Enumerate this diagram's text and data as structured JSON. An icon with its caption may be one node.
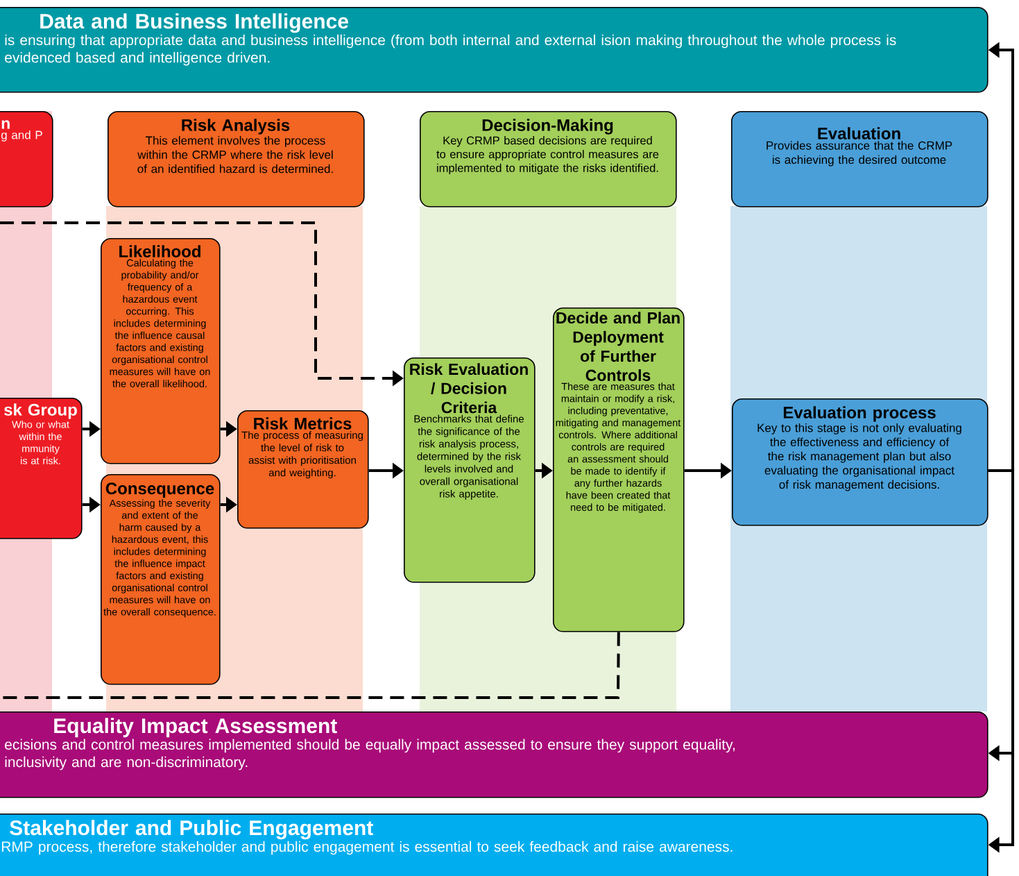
{
  "diagram": {
    "nodes": [
      {
        "text": [
          "Data and Business Intelligence",
          "is ensuring that appropriate data and business intelligence (from both internal and external ision making throughout the whole process is evidenced based and intelligence driven."
        ]
      },
      {
        "text": [
          "n",
          "g and P"
        ]
      },
      {
        "text": [
          "Risk Analysis",
          "This element involves the process within the CRMP where the risk level of an identified hazard is determined."
        ]
      },
      {
        "text": [
          "Decision-Making",
          "Key CRMP based decisions are required to ensure appropriate control measures are implemented to mitigate the risks identified."
        ]
      },
      {
        "text": [
          "Evaluation",
          "Provides assurance that the CRMP is achieving the desired outcome"
        ]
      },
      {
        "text": [
          "Likelihood",
          "Calculating the probability and/or frequency of a hazardous event occurring. This includes determining the influence causal factors and existing organisational control measures will have on the overall likelihood."
        ]
      },
      {
        "text": [
          "sk Group",
          "Who or what within the mmunity is at risk."
        ]
      },
      {
        "text": [
          "Risk Metrics",
          "The process of measuring the level of risk to assist with prioritisation and weighting."
        ]
      },
      {
        "text": [
          "Consequence",
          "Assessing the severity and extent of the harm caused by a hazardous event, this includes determining the influence impact factors and existing organisational control measures will have on the overall consequence."
        ]
      },
      {
        "text": [
          "Risk Evaluation / Decision Criteria",
          "Benchmarks that define the significance of the risk analysis process, determined by the risk levels involved and overall organisational risk appetite."
        ]
      },
      {
        "text": [
          "Decide and Plan Deployment of Further Controls",
          "These are measures that maintain or modify a risk, including preventative, mitigating and management controls. Where additional controls are required an assessment should be made to identify if any further hazards have been created that need to be mitigated."
        ]
      },
      {
        "text": [
          "Evaluation process",
          "Key to this stage is not only evaluating the effectiveness and efficiency of the risk management plan but also evaluating the organisational impact of risk management decisions."
        ]
      },
      {
        "text": [
          "Equality Impact Assessment",
          "ecisions and control measures implemented should be equally impact assessed to ensure they support equality, inclusivity and are non-discriminatory."
        ]
      },
      {
        "text": [
          "Stakeholder and Public Engagement",
          "RMP process, therefore stakeholder and public engagement is essential to seek feedback and raise awareness."
        ]
      }
    ],
    "edges": [
      {
        "from": 6,
        "to": 5,
        "arrow": "to"
      },
      {
        "from": 6,
        "to": 8,
        "arrow": "to"
      },
      {
        "from": 5,
        "to": 7,
        "arrow": "to"
      },
      {
        "from": 8,
        "to": 7,
        "arrow": "to"
      },
      {
        "from": 7,
        "to": 9,
        "arrow": "to"
      },
      {
        "from": 9,
        "to": 10,
        "arrow": "to"
      },
      {
        "from": 10,
        "to": 11,
        "arrow": "to"
      },
      {
        "from": null,
        "to": 9,
        "arrow": "to",
        "style": "dashed"
      },
      {
        "from": 10,
        "to": null,
        "arrow": "none",
        "style": "dashed"
      },
      {
        "from": 11,
        "to": 0,
        "arrow": "to"
      },
      {
        "from": 11,
        "to": 12,
        "arrow": "to"
      },
      {
        "from": 11,
        "to": 13,
        "arrow": "to"
      }
    ]
  }
}
